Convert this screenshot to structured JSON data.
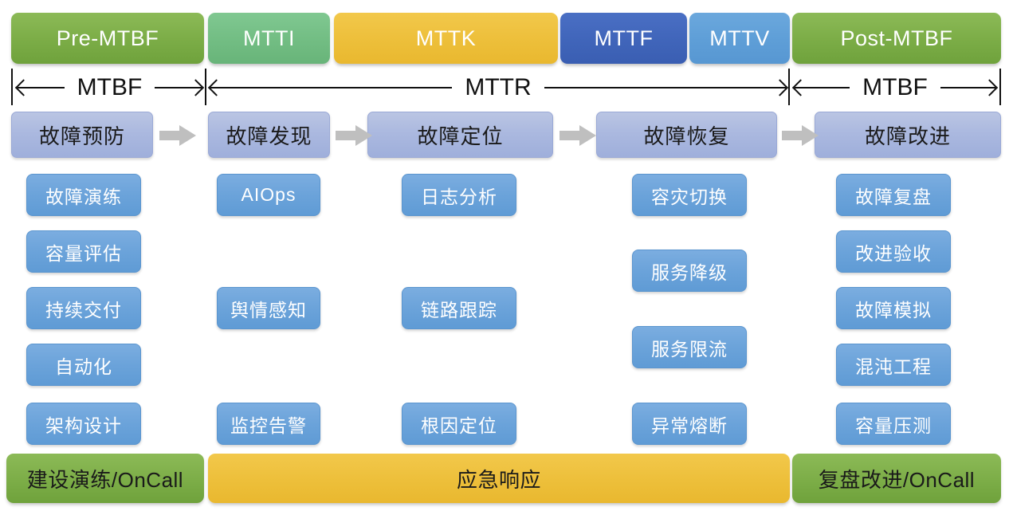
{
  "phases": [
    {
      "id": "pre-mtbf",
      "label": "Pre-MTBF",
      "color": "#7cad47"
    },
    {
      "id": "mtti",
      "label": "MTTI",
      "color": "#72bd83"
    },
    {
      "id": "mttk",
      "label": "MTTK",
      "color": "#edbf3a"
    },
    {
      "id": "mttf",
      "label": "MTTF",
      "color": "#4065ba"
    },
    {
      "id": "mttv",
      "label": "MTTV",
      "color": "#5e9ed7"
    },
    {
      "id": "post-mtbf",
      "label": "Post-MTBF",
      "color": "#7cad47"
    }
  ],
  "measures": [
    {
      "id": "mtbf-before",
      "label": "MTBF"
    },
    {
      "id": "mttr",
      "label": "MTTR"
    },
    {
      "id": "mtbf-after",
      "label": "MTBF"
    }
  ],
  "stages": [
    {
      "id": "fault-prevention",
      "label": "故障预防"
    },
    {
      "id": "fault-detection",
      "label": "故障发现"
    },
    {
      "id": "fault-locating",
      "label": "故障定位"
    },
    {
      "id": "fault-recovery",
      "label": "故障恢复"
    },
    {
      "id": "fault-improvement",
      "label": "故障改进"
    }
  ],
  "flow_arrow_icon": "right-arrow-icon",
  "practices": {
    "columns": [
      {
        "stage": "故障预防",
        "items": [
          {
            "label": "故障演练",
            "row": 1
          },
          {
            "label": "容量评估",
            "row": 2
          },
          {
            "label": "持续交付",
            "row": 3
          },
          {
            "label": "自动化",
            "row": 4
          },
          {
            "label": "架构设计",
            "row": 5
          }
        ]
      },
      {
        "stage": "故障发现",
        "items": [
          {
            "label": "AIOps",
            "row": 1
          },
          {
            "label": "舆情感知",
            "row": 3
          },
          {
            "label": "监控告警",
            "row": 5
          }
        ]
      },
      {
        "stage": "故障定位",
        "items": [
          {
            "label": "日志分析",
            "row": 1
          },
          {
            "label": "链路跟踪",
            "row": 3
          },
          {
            "label": "根因定位",
            "row": 5
          }
        ]
      },
      {
        "stage": "故障恢复",
        "items": [
          {
            "label": "容灾切换",
            "row": 1
          },
          {
            "label": "服务降级",
            "row": 2
          },
          {
            "label": "服务限流",
            "row": 4
          },
          {
            "label": "异常熔断",
            "row": 5
          }
        ]
      },
      {
        "stage": "故障改进",
        "items": [
          {
            "label": "故障复盘",
            "row": 1
          },
          {
            "label": "改进验收",
            "row": 2
          },
          {
            "label": "故障模拟",
            "row": 3
          },
          {
            "label": "混沌工程",
            "row": 4
          },
          {
            "label": "容量压测",
            "row": 5
          }
        ]
      }
    ]
  },
  "bottom_bars": [
    {
      "id": "build-drill-oncall",
      "label": "建设演练/OnCall",
      "color": "#7cad47"
    },
    {
      "id": "emergency-response",
      "label": "应急响应",
      "color": "#edbf3a"
    },
    {
      "id": "review-improve-oncall",
      "label": "复盘改进/OnCall",
      "color": "#7cad47"
    }
  ]
}
